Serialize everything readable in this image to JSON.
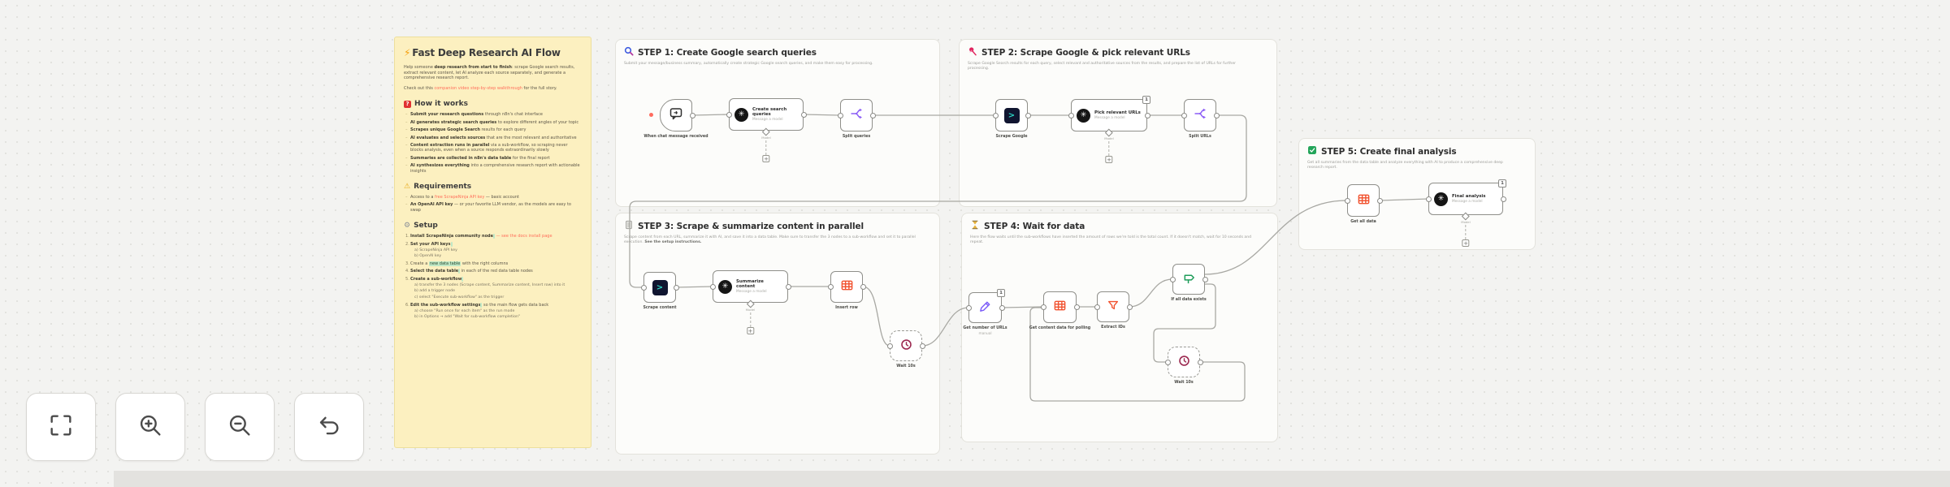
{
  "sticky": {
    "icon": "⚡",
    "title": "Fast Deep Research AI Flow",
    "intro": [
      {
        "t0": "Help someone ",
        "b": "deep research from start to finish",
        "t": ": scrape Google search results, extract relevant content, let AI analyze each source separately, and generate a comprehensive research report."
      },
      {
        "t0": "Check out this ",
        "l": "companion video step-by-step walkthrough",
        "t2": " for the full story."
      }
    ],
    "how": {
      "icon": "?",
      "title": "How it works",
      "items": [
        {
          "b": "Submit your research questions",
          "t": " through n8n's chat interface"
        },
        {
          "b": "AI generates strategic search queries",
          "t": " to explore different angles of your topic"
        },
        {
          "b": "Scrapes unique Google Search",
          "t": " results for each query"
        },
        {
          "b": "AI evaluates and selects sources",
          "t": " that are the most relevant and authoritative"
        },
        {
          "b": "Content extraction runs in parallel",
          "t": " via a sub-workflow, so scraping never blocks analysis, even when a source responds extraordinarily slowly"
        },
        {
          "b": "Summaries are collected in n8n's data table",
          "t": " for the final report"
        },
        {
          "b": "AI synthesizes everything",
          "t": " into a comprehensive research report with actionable insights"
        }
      ]
    },
    "requirements": {
      "icon": "⚠",
      "title": "Requirements",
      "items": [
        {
          "t0": "Access to a ",
          "l": "free ScrapeNinja API key",
          "t2": " — basic account"
        },
        {
          "b": "An OpenAI API key",
          "t": " — or your favorite LLM vendor, as the models are easy to swap"
        }
      ]
    },
    "setup": {
      "icon": "⚙",
      "title": "Setup",
      "items": [
        {
          "b": "Install ScrapeNinja community node",
          "l": " — see the docs install page",
          "subs": []
        },
        {
          "b": "Set your API keys",
          "subs": [
            "a) ScrapeNinja API key",
            "b) OpenAI key"
          ]
        },
        {
          "t0": "Create a ",
          "h": "new data table",
          "t": " with the right columns",
          "subs": []
        },
        {
          "b": "Select the data table",
          "t": " in each of the red data table nodes",
          "subs": []
        },
        {
          "b": "Create a sub-workflow",
          "subs": [
            "a) transfer the 3 nodes (Scrape content, Summarize content, Insert row) into it",
            "b) add a trigger node",
            "c) select \"Execute sub-workflow\" as the trigger"
          ]
        },
        {
          "b": "Edit the sub-workflow settings",
          "t": " so the main flow gets data back",
          "subs": [
            "a) choose \"Run once for each item\" as the run mode",
            "b) in Options → add \"Wait for sub-workflow completion\""
          ]
        }
      ]
    }
  },
  "steps": [
    {
      "title": "STEP 1: Create Google search queries",
      "subtitle": "Submit your message/business summary, automatically create strategic Google search queries, and make them easy for processing."
    },
    {
      "title": "STEP 2: Scrape Google & pick relevant URLs",
      "subtitle": "Scrape Google Search results for each query, select relevant and authoritative sources from the results, and prepare the list of URLs for further processing."
    },
    {
      "title": "STEP 3: Scrape & summarize content in parallel",
      "subtitle": "Scrape content from each URL, summarize it with AI, and save it into a data table. Make sure to transfer the 3 nodes to a sub-workflow and set it to parallel execution. ",
      "subtitle_bold": "See the setup instructions."
    },
    {
      "title": "STEP 4: Wait for data",
      "subtitle": "Here the flow waits until the sub-workflows have inserted the amount of rows we're told is the total count. If it doesn't match, wait for 10 seconds and repeat."
    },
    {
      "title": "STEP 5: Create final analysis",
      "subtitle": "Get all summaries from the data table and analyze everything with AI to produce a comprehensive deep research report."
    }
  ],
  "nodes": {
    "chat_trigger": {
      "label": "When chat message received"
    },
    "create_queries": {
      "label": "Create search queries",
      "sub": "Message a model"
    },
    "split_queries": {
      "label": "Split queries"
    },
    "scrape_google": {
      "label": "Scrape Google"
    },
    "pick_urls": {
      "label": "Pick relevant URLs",
      "sub": "Message a model",
      "badge": "1"
    },
    "split_urls": {
      "label": "Split URLs"
    },
    "scrape_content": {
      "label": "Scrape content"
    },
    "summarize_content": {
      "label": "Summarize content",
      "sub": "Message a model"
    },
    "insert_row": {
      "label": "Insert row"
    },
    "wait_loop_a": {
      "label": "Wait 10s"
    },
    "get_number_urls": {
      "label": "Get number of URLs",
      "sub": "manual",
      "badge": "1"
    },
    "get_content_polling": {
      "label": "Get content data for polling"
    },
    "extract_ids": {
      "label": "Extract IDs"
    },
    "if_all_data": {
      "label": "If all data exists"
    },
    "wait_loop_b": {
      "label": "Wait 10s"
    },
    "get_all_data": {
      "label": "Get all data"
    },
    "final_analysis": {
      "label": "Final analysis",
      "sub": "Message a model",
      "badge": "1"
    },
    "model_connector_label": "Model",
    "plus": "+"
  },
  "controls": {
    "fit": "fit-view",
    "zoom_in": "zoom-in",
    "zoom_out": "zoom-out",
    "undo": "undo"
  }
}
